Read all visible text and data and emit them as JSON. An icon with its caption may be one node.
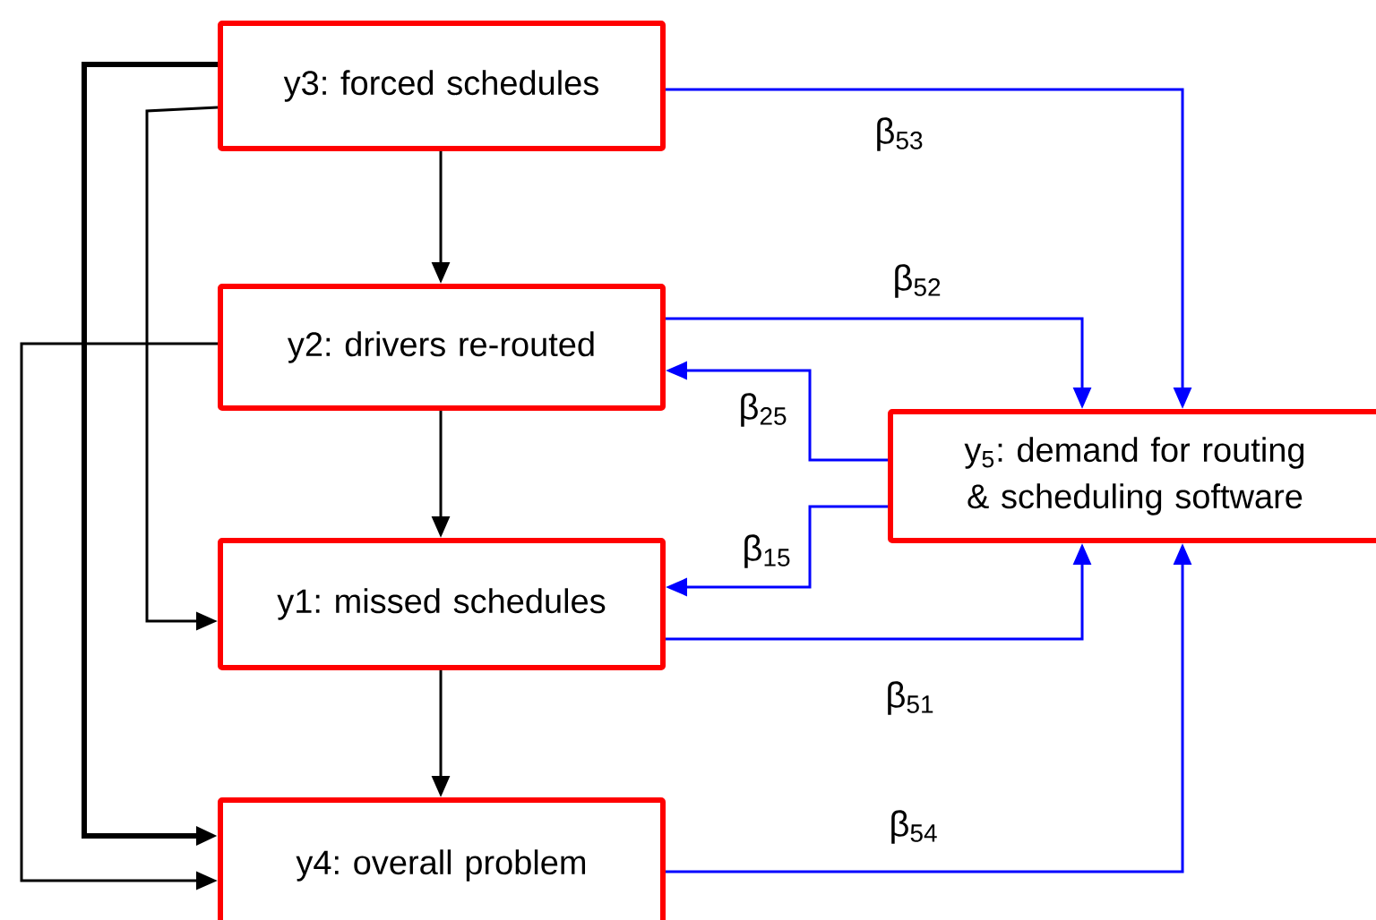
{
  "diagram": {
    "nodes": [
      {
        "text": [
          "y3: forced schedules"
        ]
      },
      {
        "text": [
          "y2: drivers re-routed"
        ]
      },
      {
        "text": [
          "y1: missed schedules"
        ]
      },
      {
        "text": [
          "y4: overall problem"
        ]
      },
      {
        "text": [
          "y$_{5}$: demand for routing & scheduling software"
        ]
      }
    ],
    "edges": [
      {
        "from": 0,
        "to": 1,
        "arrow": "to"
      },
      {
        "from": 1,
        "to": 2,
        "arrow": "to"
      },
      {
        "from": 2,
        "to": 3,
        "arrow": "to"
      },
      {
        "from": 0,
        "to": 3,
        "arrow": "to",
        "style": "thick"
      },
      {
        "from": 0,
        "to": 2,
        "arrow": "to"
      },
      {
        "from": 1,
        "to": 3,
        "arrow": "to"
      },
      {
        "from": 0,
        "to": 4,
        "arrow": "to",
        "label": "β$_{53}$",
        "color": "#0000ff"
      },
      {
        "from": 1,
        "to": 4,
        "arrow": "to",
        "label": "β$_{52}$",
        "color": "#0000ff"
      },
      {
        "from": 4,
        "to": 1,
        "arrow": "to",
        "label": "β$_{25}$",
        "color": "#0000ff"
      },
      {
        "from": 4,
        "to": 2,
        "arrow": "to",
        "label": "β$_{15}$",
        "color": "#0000ff"
      },
      {
        "from": 2,
        "to": 4,
        "arrow": "to",
        "label": "β$_{51}$",
        "color": "#0000ff"
      },
      {
        "from": 3,
        "to": 4,
        "arrow": "to",
        "label": "β$_{54}$",
        "color": "#0000ff"
      }
    ]
  }
}
